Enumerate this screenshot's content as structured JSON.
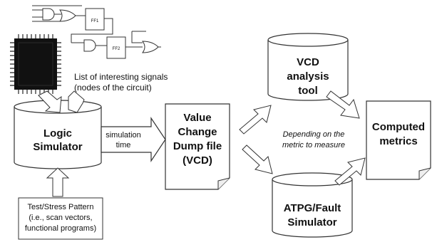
{
  "signals_note": {
    "lines": [
      "List of interesting signals",
      "(nodes of the circuit)"
    ]
  },
  "circuit_chip_labels": [
    "FF1",
    "FF2"
  ],
  "logic_simulator": {
    "lines": [
      "Logic",
      "Simulator"
    ]
  },
  "simulation_arrow": {
    "lines": [
      "simulation",
      "time"
    ]
  },
  "vcd_document": {
    "lines": [
      "Value",
      "Change",
      "Dump file",
      "(VCD)"
    ]
  },
  "vcd_tool": {
    "lines": [
      "VCD",
      "analysis",
      "tool"
    ]
  },
  "metric_note": {
    "lines": [
      "Depending on the",
      "metric to measure"
    ]
  },
  "atpg_simulator": {
    "lines": [
      "ATPG/Fault",
      "Simulator"
    ]
  },
  "computed_metrics": {
    "lines": [
      "Computed",
      "metrics"
    ]
  },
  "test_pattern": {
    "lines": [
      "Test/Stress Pattern",
      "(i.e., scan vectors,",
      "functional programs)"
    ]
  },
  "colors": {
    "shape_fill": "#ffffff",
    "stroke": "#333333",
    "chip_body": "#111111",
    "text": "#111111"
  }
}
